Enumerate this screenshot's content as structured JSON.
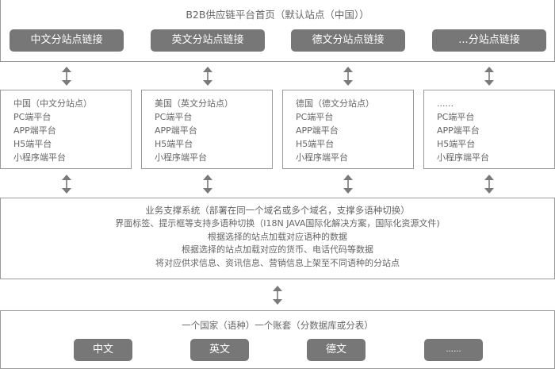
{
  "top": {
    "title": "B2B供应链平台首页（默认站点（中国））",
    "links": [
      {
        "label": "中文分站点链接"
      },
      {
        "label": "英文分站点链接"
      },
      {
        "label": "德文分站点链接"
      },
      {
        "label": "...分站点链接"
      }
    ]
  },
  "sites": [
    {
      "title": "中国（中文分站点）",
      "platforms": [
        "PC端平台",
        "APP端平台",
        "H5端平台",
        "小程序端平台"
      ]
    },
    {
      "title": "美国（英文分站点）",
      "platforms": [
        "PC端平台",
        "APP端平台",
        "H5端平台",
        "小程序端平台"
      ]
    },
    {
      "title": "德国（德文分站点）",
      "platforms": [
        "PC端平台",
        "APP端平台",
        "H5端平台",
        "小程序端平台"
      ]
    },
    {
      "title": "......",
      "platforms": [
        "PC端平台",
        "APP端平台",
        "H5端平台",
        "小程序端平台"
      ]
    }
  ],
  "support": {
    "title": "业务支撑系统（部署在同一个域名或多个域名，支撑多语种切换）",
    "lines": [
      "界面标签、提示框等支持多语种切换（I18N JAVA国际化解决方案，国际化资源文件)",
      "根据选择的站点加载对应语种的数据",
      "根据选择的站点加载对应的货币、电话代码等数据",
      "将对应供求信息、资讯信息、营销信息上架至不同语种的分站点"
    ]
  },
  "accounts": {
    "title": "一个国家（语种）一个账套（分数据库或分表）",
    "languages": [
      {
        "label": "中文"
      },
      {
        "label": "英文"
      },
      {
        "label": "德文"
      },
      {
        "label": "......"
      }
    ]
  },
  "colors": {
    "button": "#777777",
    "border": "#9a9a9a",
    "text": "#666666",
    "arrow": "#7a7a7a"
  }
}
